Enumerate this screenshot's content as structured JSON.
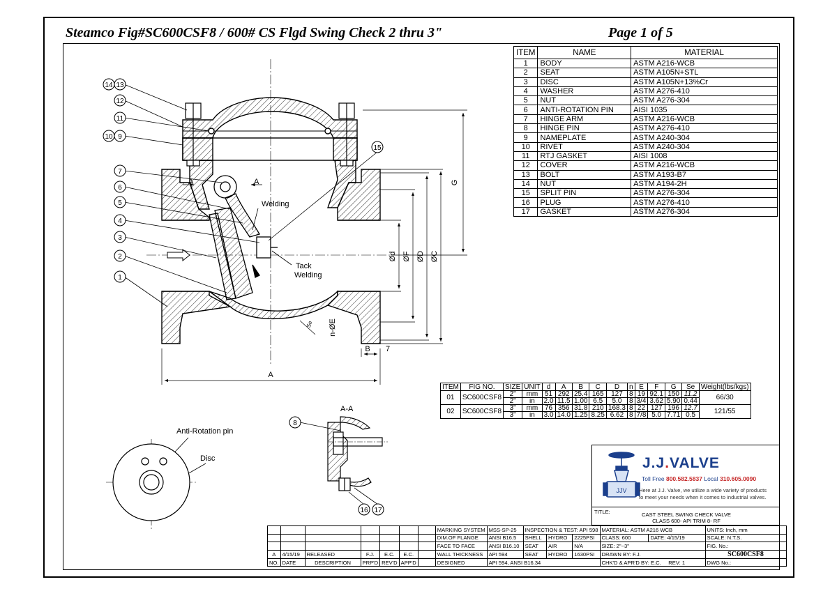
{
  "header": {
    "title": "Steamco Fig#SC600CSF8 / 600# CS Flgd Swing Check 2 thru 3\"",
    "page": "Page 1 of 5"
  },
  "parts_table": {
    "headers": [
      "ITEM",
      "NAME",
      "MATERIAL"
    ],
    "rows": [
      [
        "1",
        "BODY",
        "ASTM A216-WCB"
      ],
      [
        "2",
        "SEAT",
        "ASTM A105N+STL"
      ],
      [
        "3",
        "DISC",
        "ASTM A105N+13%Cr"
      ],
      [
        "4",
        "WASHER",
        "ASTM A276-410"
      ],
      [
        "5",
        "NUT",
        "ASTM A276-304"
      ],
      [
        "6",
        "ANTI-ROTATION PIN",
        "AISI 1035"
      ],
      [
        "7",
        "HINGE ARM",
        "ASTM A216-WCB"
      ],
      [
        "8",
        "HINGE PIN",
        "ASTM A276-410"
      ],
      [
        "9",
        "NAMEPLATE",
        "ASTM A240-304"
      ],
      [
        "10",
        "RIVET",
        "ASTM A240-304"
      ],
      [
        "11",
        "RTJ GASKET",
        "AISI 1008"
      ],
      [
        "12",
        "COVER",
        "ASTM A216-WCB"
      ],
      [
        "13",
        "BOLT",
        "ASTM A193-B7"
      ],
      [
        "14",
        "NUT",
        "ASTM A194-2H"
      ],
      [
        "15",
        "SPLIT PIN",
        "ASTM A276-304"
      ],
      [
        "16",
        "PLUG",
        "ASTM A276-410"
      ],
      [
        "17",
        "GASKET",
        "ASTM A276-304"
      ]
    ]
  },
  "dimensions_table": {
    "headers": [
      "ITEM",
      "FIG NO.",
      "SIZE",
      "UNIT",
      "d",
      "A",
      "B",
      "C",
      "D",
      "n",
      "E",
      "F",
      "G",
      "Se",
      "Weight(lbs/kgs)"
    ],
    "rows": [
      {
        "item": "01",
        "fig": "SC600CSF8",
        "weight": "66/30",
        "mm": [
          "2\"",
          "mm",
          "51",
          "292",
          "25.4",
          "165",
          "127",
          "8",
          "19",
          "92.1",
          "150",
          "11.2"
        ],
        "in": [
          "2\"",
          "in",
          "2.0",
          "11.5",
          "1.00",
          "6.5",
          "5.0",
          "8",
          "3/4",
          "3.62",
          "5.90",
          "0.44"
        ]
      },
      {
        "item": "02",
        "fig": "SC600CSF8",
        "weight": "121/55",
        "mm": [
          "3\"",
          "mm",
          "76",
          "356",
          "31.8",
          "210",
          "168.3",
          "8",
          "22",
          "127",
          "196",
          "12.7"
        ],
        "in": [
          "3\"",
          "in",
          "3.0",
          "14.0",
          "1.25",
          "8.25",
          "6.62",
          "8",
          "7/8",
          "5.0",
          "7.71",
          "0.5"
        ]
      }
    ]
  },
  "drawing": {
    "balloons": [
      "1",
      "2",
      "3",
      "4",
      "5",
      "6",
      "7",
      "10",
      "9",
      "11",
      "12",
      "14",
      "13",
      "15",
      "8",
      "16",
      "17"
    ],
    "labels": {
      "welding": "Welding",
      "tack": "Tack",
      "tack2": "Welding",
      "section_a": "A",
      "section_a2": "A",
      "section_view": "A-A",
      "anti_rotation": "Anti-Rotation pin",
      "disc": "Disc"
    },
    "dims": {
      "A": "A",
      "B": "B",
      "seven": "7",
      "G": "G",
      "d": "Ød",
      "F": "ØF",
      "D": "ØD",
      "C": "ØC",
      "nE": "n-ØE",
      "Se": "Se"
    }
  },
  "logo": {
    "brand": "J.J.VALVE",
    "brand_a": "J.J",
    "brand_dot": ".",
    "brand_b": "VALVE",
    "tollfree_label": "Toll Free",
    "tollfree": "800.582.5837",
    "local_label": "Local",
    "local": "310.605.0090",
    "tag1": "Here at J.J. Valve, we utilize a wide variety of products",
    "tag2": "to meet your needs when it comes to industrial valves.",
    "mark": "JJV"
  },
  "title_block": {
    "title_label": "TITLE:",
    "title_line1": "CAST STEEL SWING CHECK VALVE",
    "title_line2": "CLASS 600- API TRIM 8- RF",
    "marking_system": "MARKING SYSTEM",
    "marking_val": "MSS-SP-25",
    "inspection": "INSPECTION & TEST: API 598",
    "material": "MATERIAL:  ASTM A216 WCB",
    "units": "UNITS:  Inch, mm",
    "dim_flange": "DIM.OF FLANGE",
    "dim_flange_val": "ANSI B16.5",
    "shell": "SHELL",
    "hydro": "HYDRO",
    "shell_val": "2225PSI",
    "class_lbl": "CLASS:",
    "class_val": "600",
    "date_lbl": "DATE:",
    "date_val": "4/15/19",
    "scale_lbl": "SCALE:",
    "scale_val": "N.T.S.",
    "face_to_face": "FACE TO FACE",
    "ftf_val": "ANSI B16.10",
    "seat": "SEAT",
    "air": "AIR",
    "na": "N/A",
    "size_lbl": "SIZE:",
    "size_val": "2\"~3\"",
    "fig_lbl": "FIG. No.:",
    "fig_val": "SC600CSF8",
    "wall": "WALL THICKNESS",
    "wall_val": "API 594",
    "seat2": "SEAT",
    "hydro2": "HYDRO",
    "seat_val": "1630PSI",
    "drawn_lbl": "DRAWN BY:",
    "drawn_val": "F.J.",
    "designed": "DESIGNED",
    "designed_val": "API 594, ANSI B16.34",
    "chkd_lbl": "CHK'D & APR'D BY:",
    "chkd_val": "E.C.",
    "rev_lbl": "REV:",
    "rev_val": "1",
    "dwg_lbl": "DWG No.:",
    "rev_row": {
      "mark": "A",
      "date": "4/15/19",
      "desc": "RELEASED",
      "prpd": "F.J.",
      "revd": "E.C.",
      "appd": "E.C."
    },
    "rev_headers": {
      "no": "NO.",
      "date": "DATE",
      "desc": "DESCRIPTION",
      "prpd": "PRP'D",
      "revd": "REV'D",
      "appd": "APP'D"
    }
  }
}
